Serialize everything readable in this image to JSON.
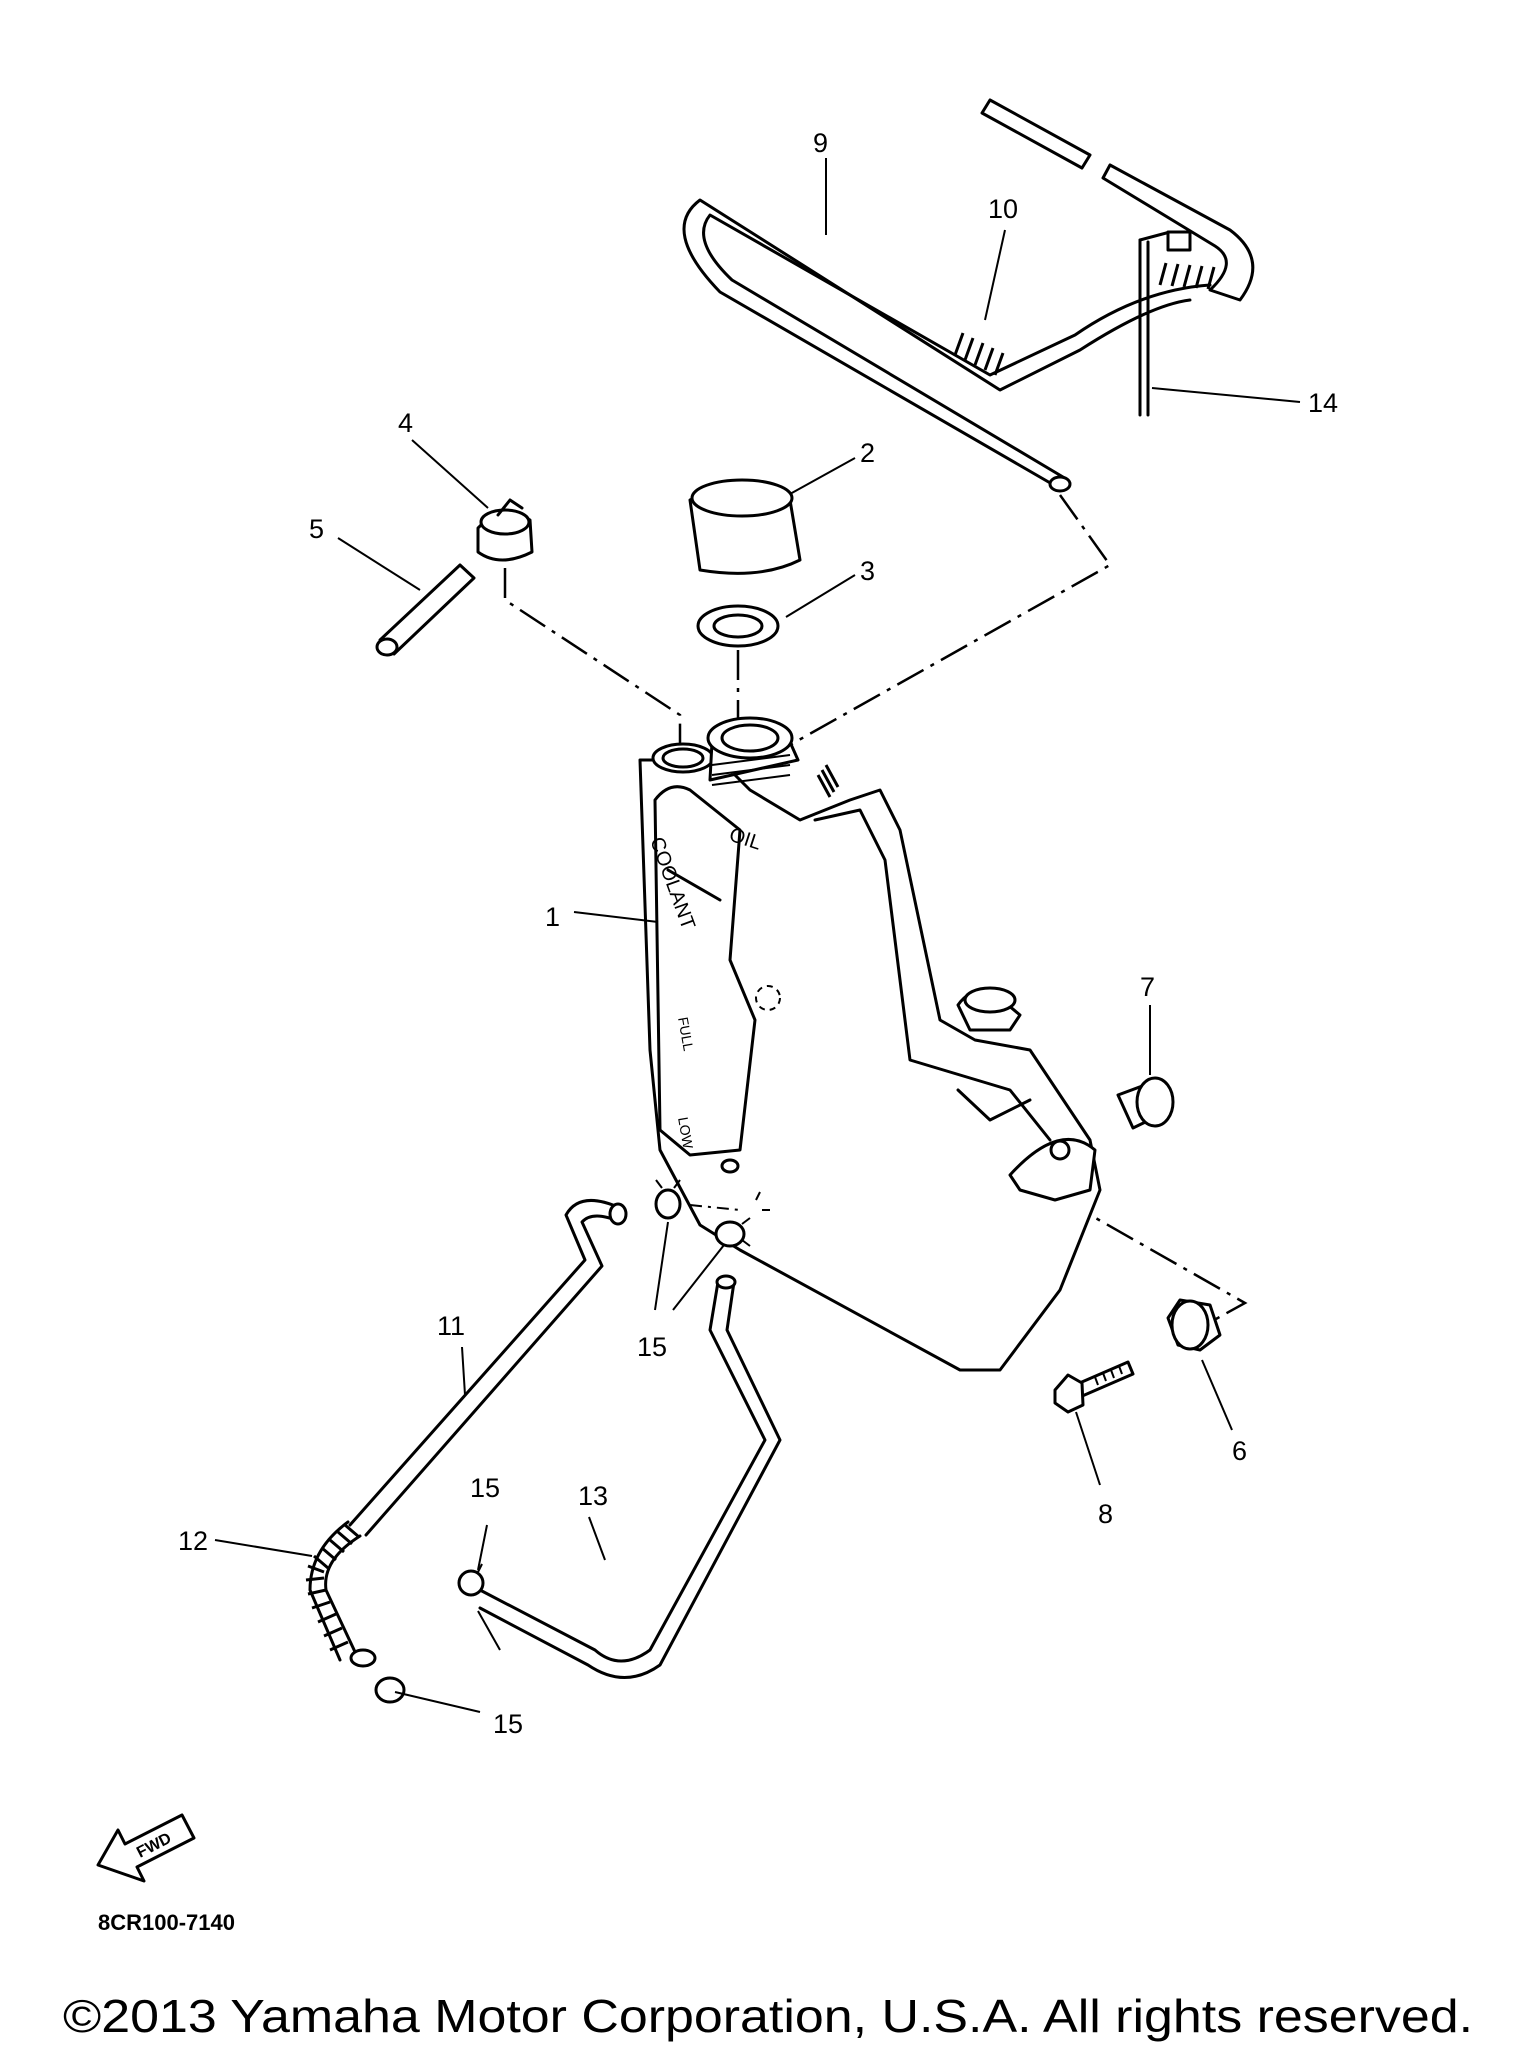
{
  "diagram": {
    "callouts": [
      "1",
      "2",
      "3",
      "4",
      "5",
      "6",
      "7",
      "8",
      "9",
      "10",
      "11",
      "12",
      "13",
      "14",
      "15"
    ],
    "tank_labels": {
      "oil": "OIL",
      "coolant": "COOLANT",
      "full": "FULL",
      "low": "LOW"
    },
    "fwd_label": "FWD",
    "diagram_code": "8CR100-7140"
  },
  "footer": {
    "copyright": "©2013 Yamaha Motor Corporation, U.S.A. All rights reserved."
  }
}
